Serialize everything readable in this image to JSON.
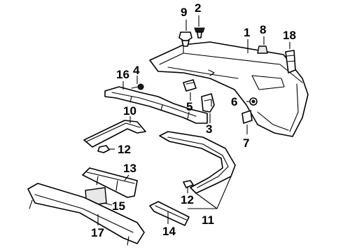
{
  "callouts": [
    {
      "id": "1",
      "text": "1"
    },
    {
      "id": "2",
      "text": "2"
    },
    {
      "id": "3",
      "text": "3"
    },
    {
      "id": "4",
      "text": "4"
    },
    {
      "id": "5",
      "text": "5"
    },
    {
      "id": "6",
      "text": "6"
    },
    {
      "id": "7",
      "text": "7"
    },
    {
      "id": "8",
      "text": "8"
    },
    {
      "id": "9",
      "text": "9"
    },
    {
      "id": "10",
      "text": "10"
    },
    {
      "id": "11",
      "text": "11"
    },
    {
      "id": "12a",
      "text": "12"
    },
    {
      "id": "12b",
      "text": "12"
    },
    {
      "id": "13",
      "text": "13"
    },
    {
      "id": "14",
      "text": "14"
    },
    {
      "id": "15",
      "text": "15"
    },
    {
      "id": "16",
      "text": "16"
    },
    {
      "id": "17",
      "text": "17"
    },
    {
      "id": "18",
      "text": "18"
    }
  ]
}
